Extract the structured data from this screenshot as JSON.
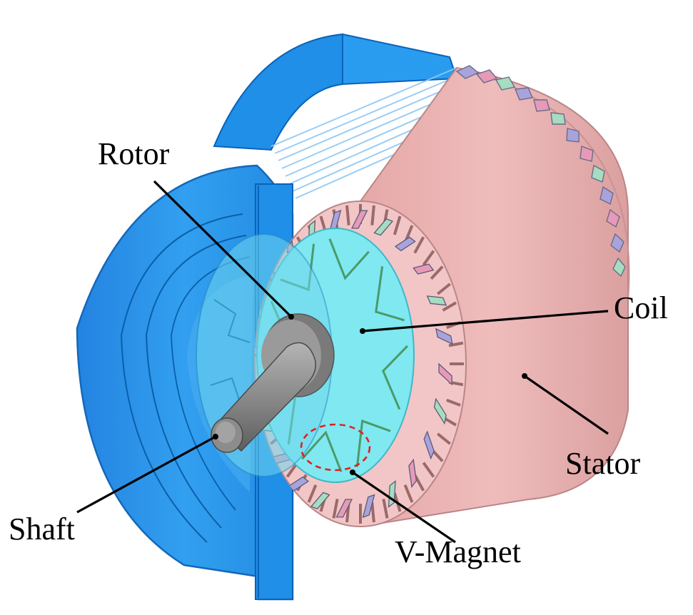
{
  "labels": {
    "rotor": "Rotor",
    "coil": "Coil",
    "stator": "Stator",
    "shaft": "Shaft",
    "magnet": "V-Magnet"
  },
  "colors": {
    "housing": "#1e90e8",
    "housing_dark": "#0a62b8",
    "housing_light": "#5db7f5",
    "stator_body": "#eab0b0",
    "stator_end": "#f2c6c6",
    "stator_edge": "#b98787",
    "rotor_core": "#7fe8f0",
    "shaft": "#8c8c8c",
    "coil_pink": "#e79ab8",
    "coil_green": "#a6dcc0",
    "coil_purple": "#a9a3dc",
    "highlight_ring": "#e02020"
  }
}
